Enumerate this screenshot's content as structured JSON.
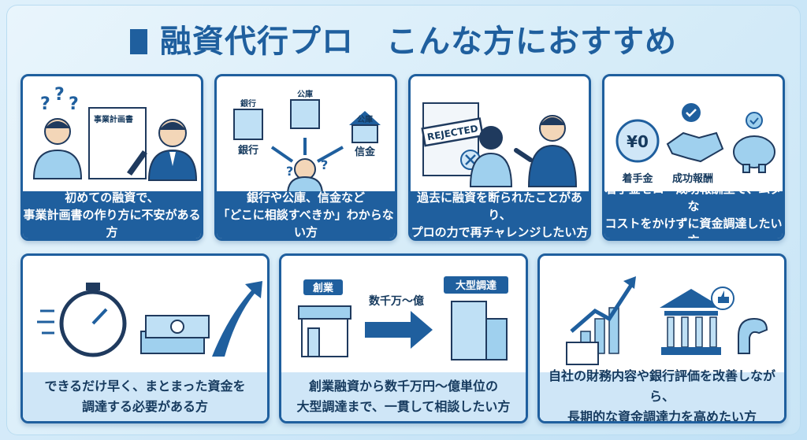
{
  "title": "融資代行プロ　こんな方におすすめ",
  "colors": {
    "navy": "#1f5f9e",
    "light": "#cfe6f7",
    "accent": "#3a86c8"
  },
  "cards_top": [
    {
      "lines": [
        "初めての融資で、",
        "事業計画書の作り方に不安がある方"
      ],
      "labels": {
        "doc": "事業計画書"
      }
    },
    {
      "lines": [
        "銀行や公庫、信金など",
        "「どこに相談すべきか」わからない方"
      ],
      "labels": {
        "bank": "銀行",
        "kouko": "公庫",
        "shinkin": "信金"
      }
    },
    {
      "lines": [
        "過去に融資を断られたことがあり、",
        "プロの力で再チャレンジしたい方"
      ],
      "labels": {
        "stamp": "REJECTED"
      }
    },
    {
      "lines": [
        "着手金ゼロ・成功報酬型で、ムダな",
        "コストをかけずに資金調達したい方"
      ],
      "labels": {
        "coin": "¥0",
        "fee": "着手金",
        "success": "成功報酬"
      }
    }
  ],
  "cards_bottom": [
    {
      "lines": [
        "できるだけ早く、まとまった資金を",
        "調達する必要がある方"
      ]
    },
    {
      "lines": [
        "創業融資から数千万円〜億単位の",
        "大型調達まで、一貫して相談したい方"
      ],
      "labels": {
        "start": "創業",
        "amount": "数千万〜億",
        "big": "大型調達"
      }
    },
    {
      "lines": [
        "自社の財務内容や銀行評価を改善しながら、",
        "長期的な資金調達力を高めたい方"
      ]
    }
  ]
}
